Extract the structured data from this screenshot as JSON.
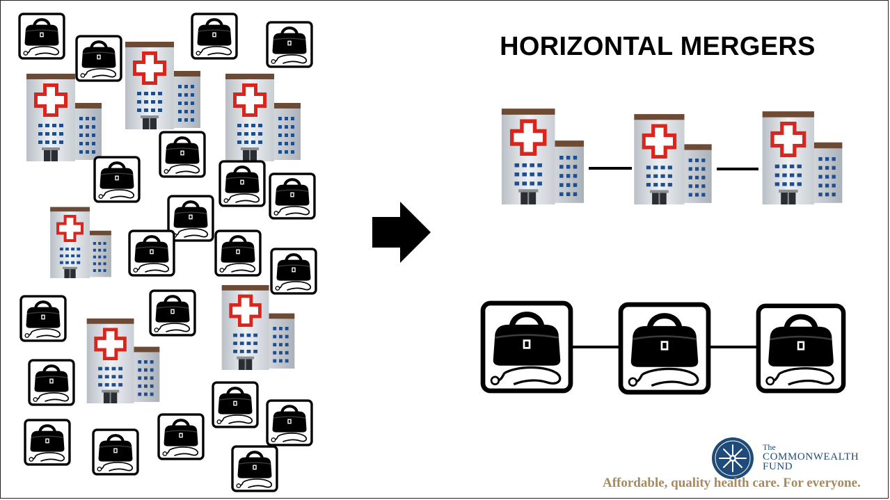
{
  "slide": {
    "title": "HORIZONTAL MERGERS"
  },
  "icons": {
    "hospital": "hospital-icon",
    "bag": "doctor-bag-icon",
    "arrow": "arrow-right-icon",
    "logo": "commonwealth-fund-seal-icon"
  },
  "colors": {
    "cross_red": "#d8261f",
    "logo_blue": "#1e4b7a",
    "tagline_gold": "#a88a5a"
  },
  "branding": {
    "the": "The",
    "name_line1": "COMMONWEALTH",
    "name_line2": "FUND",
    "tagline": "Affordable, quality health care. For everyone."
  }
}
